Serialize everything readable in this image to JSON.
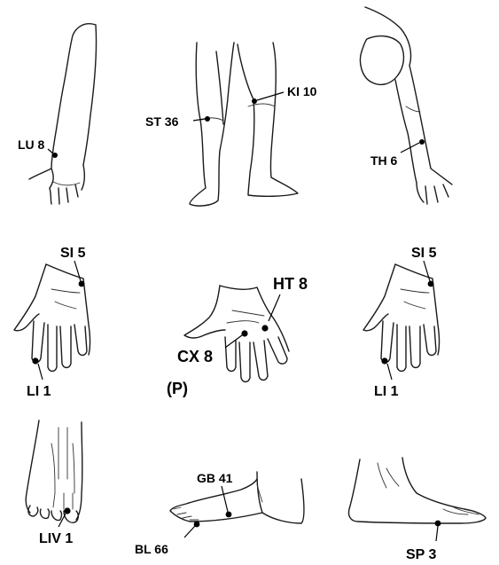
{
  "points": {
    "lu8": "LU 8",
    "st36": "ST 36",
    "ki10": "KI 10",
    "th6": "TH 6",
    "si5_left": "SI 5",
    "li1_left": "LI 1",
    "ht8": "HT 8",
    "cx8": "CX 8",
    "palm_note": "(P)",
    "si5_right": "SI 5",
    "li1_right": "LI 1",
    "liv1": "LIV 1",
    "gb41": "GB 41",
    "bl66": "BL 66",
    "sp3": "SP 3"
  },
  "colors": {
    "ink": "#000000",
    "background": "#ffffff"
  }
}
